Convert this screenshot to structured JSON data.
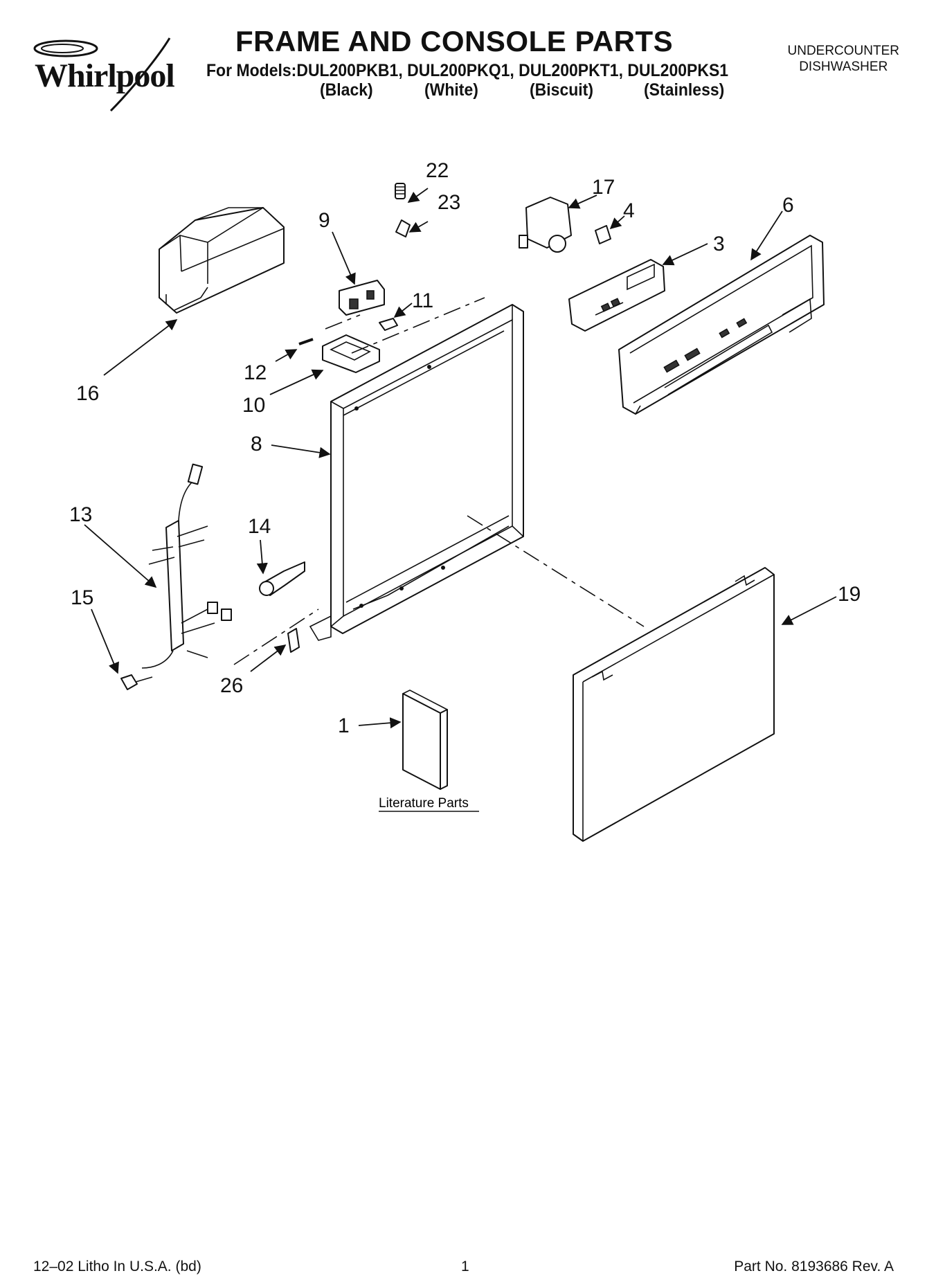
{
  "header": {
    "brand": "Whirlpool",
    "title": "FRAME AND CONSOLE PARTS",
    "models_line": "For Models:DUL200PKB1, DUL200PKQ1, DUL200PKT1, DUL200PKS1",
    "colors": [
      "(Black)",
      "(White)",
      "(Biscuit)",
      "(Stainless)"
    ],
    "product_type_line1": "UNDERCOUNTER",
    "product_type_line2": "DISHWASHER"
  },
  "diagram": {
    "callouts": [
      "22",
      "23",
      "17",
      "4",
      "9",
      "6",
      "3",
      "11",
      "12",
      "16",
      "10",
      "8",
      "13",
      "14",
      "15",
      "19",
      "26",
      "1"
    ],
    "literature_label": "Literature Parts"
  },
  "footer": {
    "left": "12–02 Litho In U.S.A. (bd)",
    "page": "1",
    "right": "Part No. 8193686 Rev. A"
  }
}
